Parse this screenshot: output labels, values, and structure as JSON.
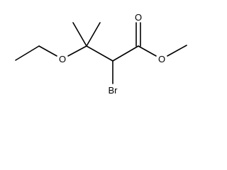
{
  "molecule": {
    "atoms": {
      "carbonyl_oxygen": "O",
      "ester_oxygen": "O",
      "ether_oxygen": "O",
      "bromine": "Br"
    }
  },
  "colors": {
    "bond": "#000000",
    "label": "#000000",
    "background": "#ffffff"
  }
}
